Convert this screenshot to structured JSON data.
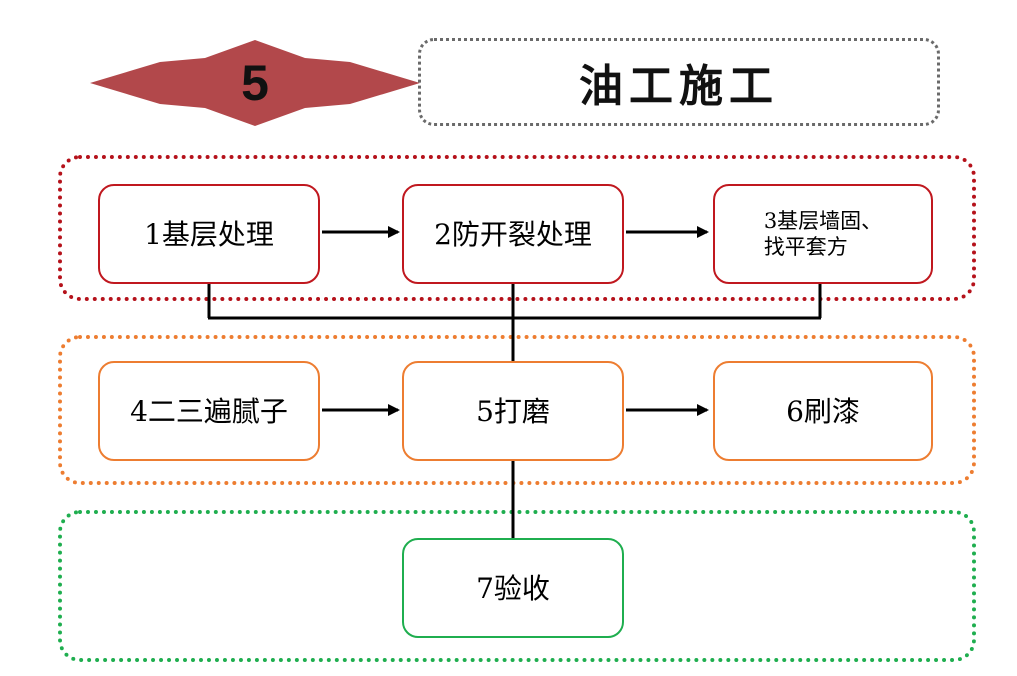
{
  "header": {
    "badge_number": "5",
    "title": "油工施工",
    "badge_color": "#b2484b"
  },
  "colors": {
    "group_1": "#b5121b",
    "group_2": "#ed7d31",
    "group_3": "#1fae4f",
    "connector": "#000000"
  },
  "steps": [
    {
      "label": "1基层处理"
    },
    {
      "label": "2防开裂处理"
    },
    {
      "label": "3基层墙固、\n找平套方"
    },
    {
      "label": "4二三遍腻子"
    },
    {
      "label": "5打磨"
    },
    {
      "label": "6刷漆"
    },
    {
      "label": "7验收"
    }
  ]
}
